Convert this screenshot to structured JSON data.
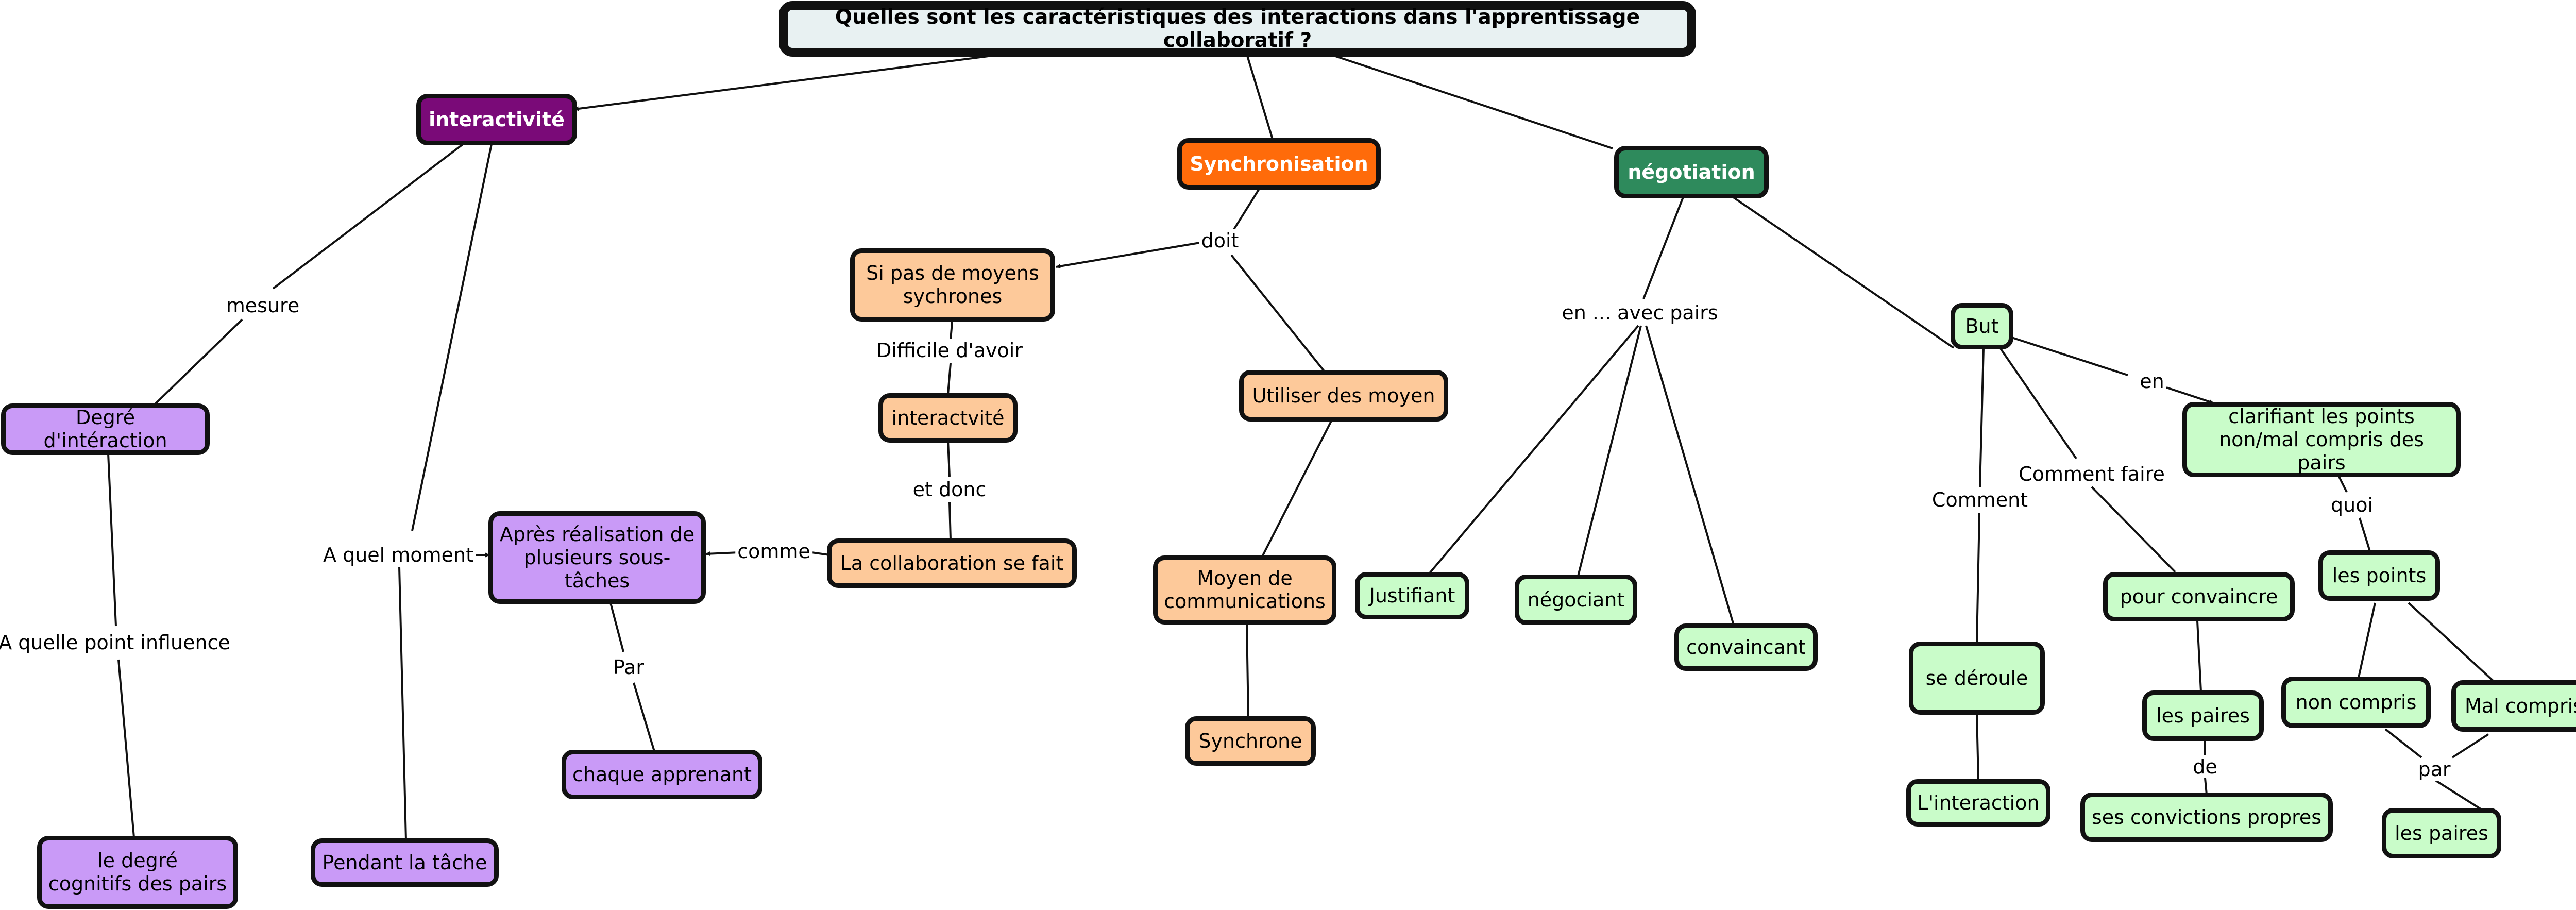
{
  "title": "Quelles sont les caractéristiques des interactions dans l'apprentissage collaboratif ?",
  "nodes": {
    "interactivite": "interactivité",
    "synchronisation": "Synchronisation",
    "negotiation": "négotiation",
    "si_pas_moyens": "Si pas de moyens\nsychrones",
    "interactivite2": "interactvité",
    "collaboration": "La collaboration se fait",
    "apres_realisation": "Après réalisation de\nplusieurs sous-\ntâches",
    "chaque_apprenant": "chaque apprenant",
    "utiliser_moyen": "Utiliser des moyen",
    "moyen_comm": "Moyen de\ncommunications",
    "synchrone": "Synchrone",
    "degre_interaction": "Degré d'intéraction",
    "degre_cognitifs": "le degré\ncognitifs des pairs",
    "pendant_tache": "Pendant la tâche",
    "justifiant": "Justifiant",
    "negociant": "négociant",
    "convaincant": "convaincant",
    "but": "But",
    "clarifiant": "clarifiant les points\nnon/mal compris des pairs",
    "se_deroule": "se déroule",
    "l_interaction": "L'interaction",
    "pour_convaincre": "pour convaincre",
    "les_paires": "les paires",
    "convictions": "ses convictions propres",
    "les_points": "les points",
    "non_compris": "non compris",
    "mal_compris": "Mal compris",
    "les_paires2": "les paires"
  },
  "links": {
    "mesure": "mesure",
    "a_quel_moment": "A quel moment",
    "a_quelle_point": "A quelle point influence",
    "doit": "doit",
    "difficile": "Difficile d'avoir",
    "et_donc": "et donc",
    "comme": "comme",
    "par": "Par",
    "avec_pairs": "en ... avec pairs",
    "en": "en",
    "comment": "Comment",
    "comment_faire": "Comment faire",
    "quoi": "quoi",
    "de": "de",
    "par2": "par"
  },
  "colors": {
    "purple": "#7a0a78",
    "orange": "#ff6b0a",
    "green": "#2e8a5c",
    "peach": "#fdc99a",
    "lilac": "#c99af7",
    "mint": "#c9fcc9",
    "title_bg": "#e8f1f2"
  }
}
